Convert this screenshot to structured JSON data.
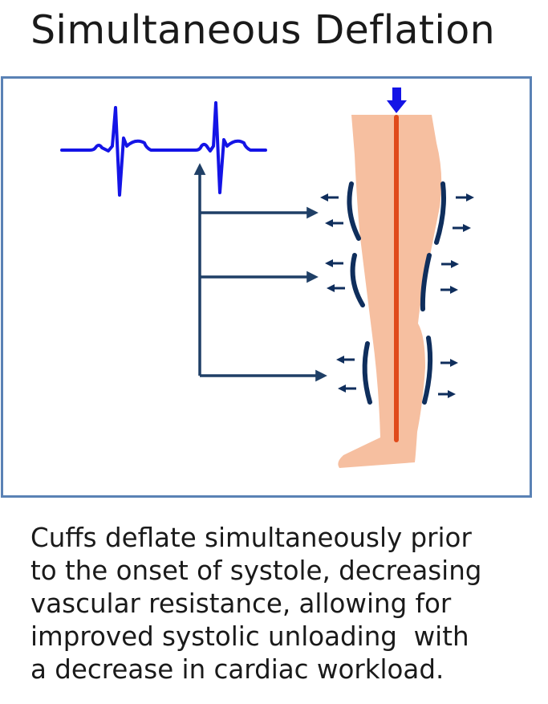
{
  "title": "Simultaneous Deflation",
  "caption_lines": [
    "Cuffs deflate simultaneously prior",
    "to the onset of systole, decreasing",
    "vascular resistance, allowing for",
    "improved systolic unloading  with",
    "a decrease in cardiac workload."
  ],
  "colors": {
    "frame": "#5a82b5",
    "ecg": "#1414e6",
    "connector": "#1f3f66",
    "leg": "#f6bfa0",
    "artery": "#e04a1a",
    "cuff": "#0f2e5c",
    "pressure_arrow": "#1414e6"
  },
  "icons": [
    "ecg-trace",
    "leg",
    "artery",
    "cuff",
    "arrow-left-icon",
    "arrow-right-icon",
    "arrow-down-icon"
  ]
}
